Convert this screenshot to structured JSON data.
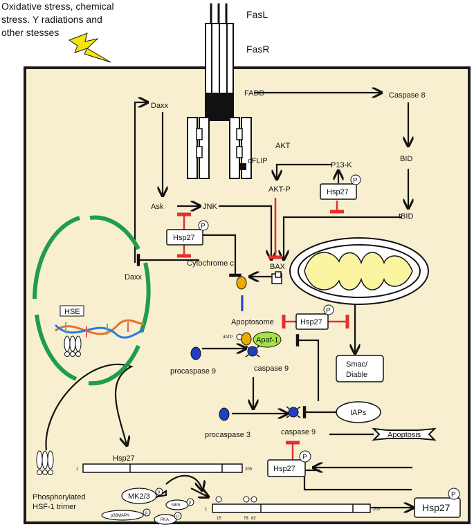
{
  "stress_text": [
    "Oxidative stress, chemical",
    "stress. Y radiations and",
    "other stesses"
  ],
  "receptor": {
    "ligand": "FasL",
    "receptor": "FasR"
  },
  "colors": {
    "cell_fill": "#f7efcf",
    "membrane": "#1a1a1a",
    "nucleus": "#1f9e4a",
    "activation_arrow": "#111111",
    "inhibition_bar": "#e03131",
    "lightning": "#f5e50b",
    "mito_inner": "#fbf5a2",
    "apaf1": "#a6e34a",
    "caspase_blue": "#1e3fbf",
    "cytochrome_orange": "#f2a900"
  },
  "nodes": {
    "fadd": "FADD",
    "caspase8": "Caspase 8",
    "daxx_top": "Daxx",
    "akt": "AKT",
    "cflip": "cFLIP",
    "p13k": "P13-K",
    "aktp": "AKT-P",
    "bid": "BID",
    "tbid": "tBID",
    "ask": "Ask",
    "jnk": "JNK",
    "hsp27": "Hsp27",
    "cytochrome": "Cytochrome c",
    "daxx_mid": "Daxx",
    "bax": "BAX",
    "hse": "HSE",
    "apoptosome": "Apoptosome",
    "datp": "dATP",
    "apaf1": "Apaf-1",
    "procaspase9": "procaspase 9",
    "caspase9": "caspase 9",
    "smac": [
      "Smac/",
      "Diable"
    ],
    "iaps": "IAPs",
    "procaspase3": "procaspase 3",
    "caspase9b": "caspase 9",
    "apoptosis": "Apoptosis"
  },
  "phospho": "P",
  "phospho_small": "p",
  "hsf1": [
    "Phosphorylated",
    "HSF-1 trimer"
  ],
  "kinases": {
    "mk23": "MK2/3",
    "mk5": "MK5",
    "p38": "p38MAPK",
    "pka": "PKA"
  },
  "gene_bar": {
    "start": "1",
    "end": "205"
  },
  "protein_bar": {
    "start": "1",
    "end": "205",
    "sites": [
      "15",
      "78",
      "82"
    ]
  }
}
